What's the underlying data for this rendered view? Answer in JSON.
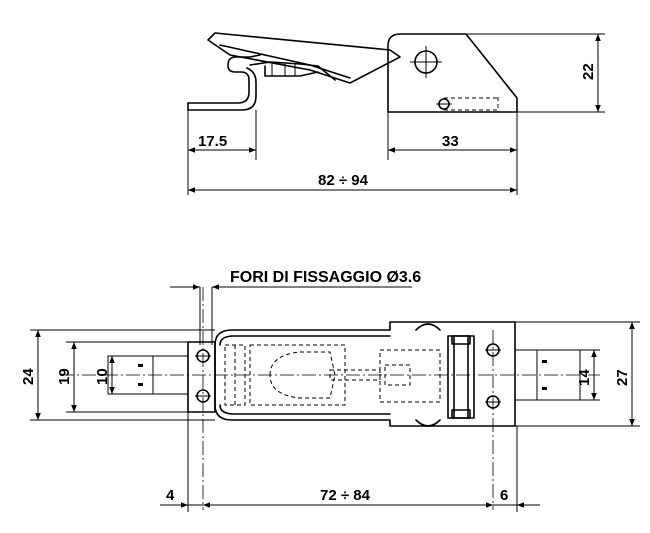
{
  "top_view": {
    "dims": {
      "left_length": "17.5",
      "right_length": "33",
      "total_length": "82 ÷ 94",
      "height": "22"
    }
  },
  "plan_view": {
    "label": "FORI DI FISSAGGIO  Ø3.6",
    "dims": {
      "left_offset": "4",
      "span": "72 ÷ 84",
      "right_offset": "6",
      "outer_left": "24",
      "inner_left": "19",
      "slot_left": "10",
      "slot_right": "14",
      "outer_right": "27"
    }
  }
}
